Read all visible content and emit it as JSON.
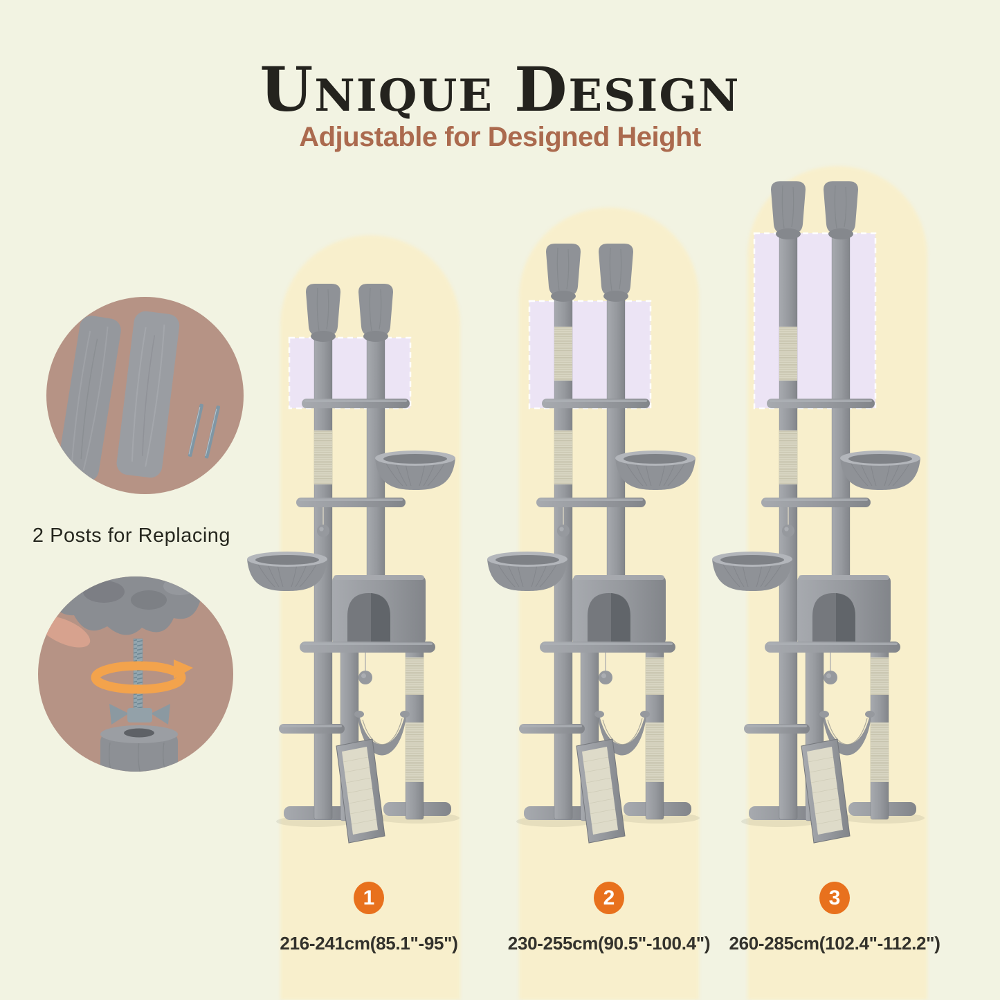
{
  "header": {
    "title_words": [
      {
        "initial": "U",
        "rest": "nique"
      },
      {
        "initial": "D",
        "rest": "esign"
      }
    ],
    "subtitle": "Adjustable for Designed Height"
  },
  "left_panel": {
    "caption": "2 Posts for Replacing"
  },
  "variants": [
    {
      "badge": "1",
      "height_label": "216-241cm(85.1\"-95\")"
    },
    {
      "badge": "2",
      "height_label": "230-255cm(90.5\"-100.4\")"
    },
    {
      "badge": "3",
      "height_label": "260-285cm(102.4\"-112.2\")"
    }
  ],
  "colors": {
    "background": "#f2f3e2",
    "arch": "#f8efcc",
    "circle_bg": "#b69385",
    "accent_orange": "#e8711d",
    "rotation_arrow_orange": "#f3a34c",
    "subtitle_brown": "#ab6a4e",
    "title_ink": "#24231e",
    "label_ink": "#33322c",
    "lavender_highlight": "#ece4f5",
    "plush_gray": "#96999e",
    "plush_gray_dark": "#85888d",
    "sisal": "#d9d6c3"
  }
}
